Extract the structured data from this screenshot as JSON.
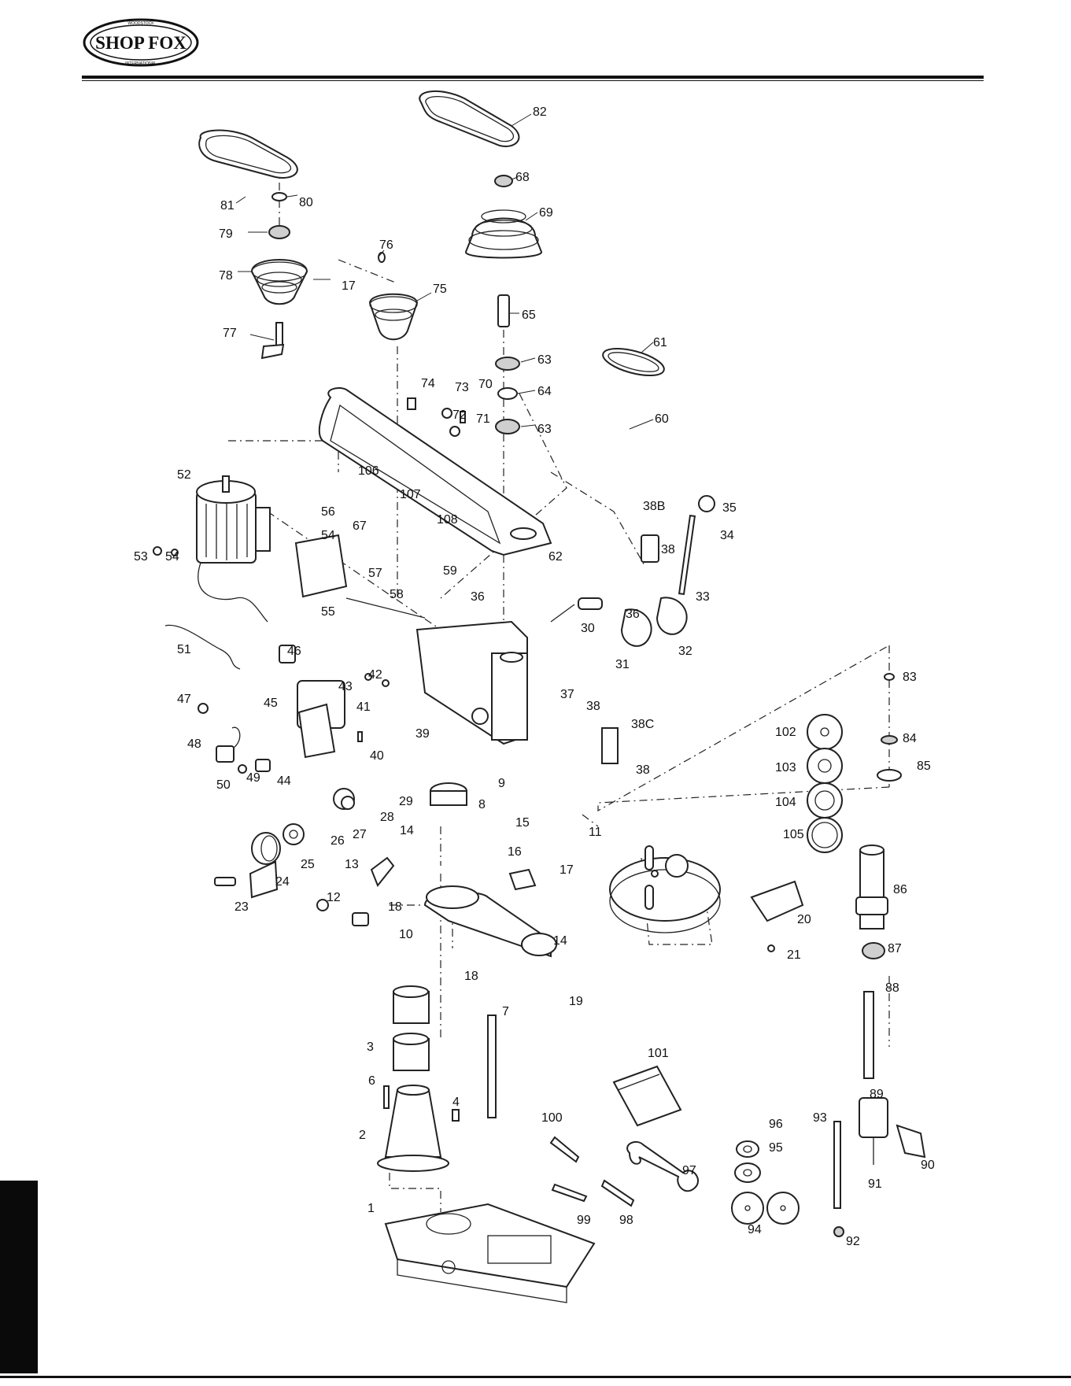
{
  "brand": {
    "name": "SHOP FOX",
    "arc_top": "WOODSTOCK",
    "arc_bottom": "INTERNATIONAL"
  },
  "parts": [
    "1",
    "2",
    "3",
    "4",
    "6",
    "7",
    "8",
    "9",
    "10",
    "11",
    "12",
    "13",
    "14",
    "14",
    "15",
    "16",
    "17",
    "17",
    "18",
    "18",
    "19",
    "20",
    "21",
    "23",
    "24",
    "25",
    "26",
    "27",
    "28",
    "29",
    "30",
    "31",
    "32",
    "33",
    "34",
    "35",
    "36",
    "36",
    "37",
    "38",
    "38",
    "38",
    "38B",
    "38C",
    "39",
    "40",
    "41",
    "42",
    "43",
    "44",
    "45",
    "46",
    "47",
    "48",
    "49",
    "50",
    "51",
    "52",
    "53",
    "54",
    "54",
    "55",
    "56",
    "57",
    "58",
    "59",
    "60",
    "61",
    "62",
    "63",
    "63",
    "64",
    "65",
    "67",
    "68",
    "69",
    "70",
    "71",
    "72",
    "73",
    "74",
    "75",
    "76",
    "77",
    "78",
    "79",
    "80",
    "81",
    "82",
    "83",
    "84",
    "85",
    "86",
    "87",
    "88",
    "89",
    "90",
    "91",
    "92",
    "93",
    "94",
    "95",
    "96",
    "97",
    "98",
    "99",
    "100",
    "101",
    "102",
    "103",
    "104",
    "105",
    "106",
    "107",
    "108"
  ]
}
